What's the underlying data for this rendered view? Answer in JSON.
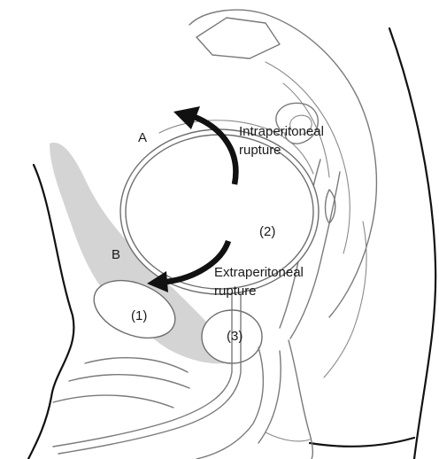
{
  "labels": {
    "space_a": "A",
    "space_b": "B",
    "intraperitoneal_line1": "Intraperitoneal",
    "intraperitoneal_line2": "rupture",
    "extraperitoneal_line1": "Extraperitoneal",
    "extraperitoneal_line2": "rupture",
    "marker_1": "(1)",
    "marker_2": "(2)",
    "marker_3": "(3)"
  },
  "colors": {
    "line": "#7a7a7a",
    "shade": "#d4d4d4",
    "arrow": "#111111",
    "body_outline": "#111111"
  }
}
